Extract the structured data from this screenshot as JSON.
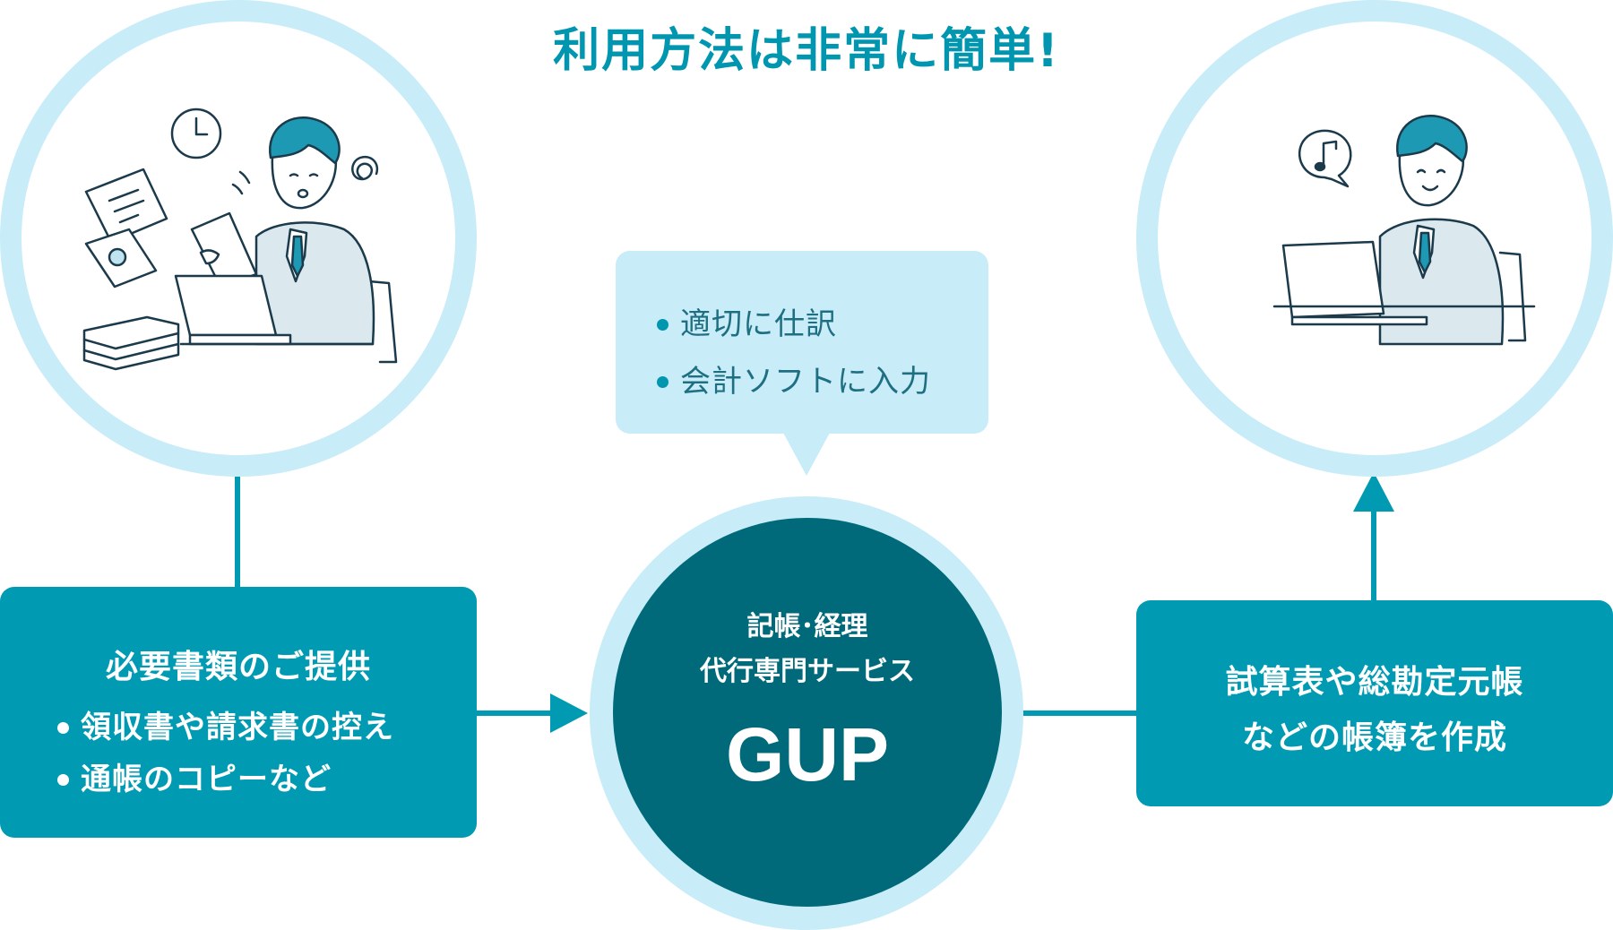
{
  "title": "利用方法は非常に簡単!",
  "left_box": {
    "heading": "必要書類のご提供",
    "items": [
      "領収書や請求書の控え",
      "通帳のコピーなど"
    ]
  },
  "bubble": {
    "items": [
      "適切に仕訳",
      "会計ソフトに入力"
    ]
  },
  "center": {
    "line1": "記帳･経理",
    "line2": "代行専門サービス",
    "name": "GUP"
  },
  "right_box": {
    "line1": "試算表や総勘定元帳",
    "line2": "などの帳簿を作成"
  },
  "colors": {
    "title": "#0096b0",
    "box": "#009bb3",
    "center_circle": "#006a7a",
    "ring": "#c8ecf8"
  },
  "icons": {
    "left_illustration": "worried-businessman-icon",
    "right_illustration": "happy-businessman-icon",
    "right_arrow": "arrow-right-icon",
    "up_arrow": "arrow-up-icon"
  }
}
